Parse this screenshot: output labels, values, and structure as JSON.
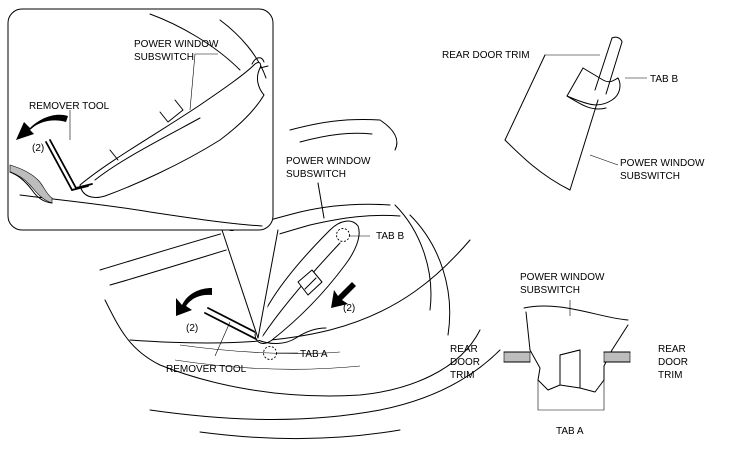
{
  "labels": {
    "pws_inset": [
      "POWER WINDOW",
      "SUBSWITCH"
    ],
    "remover_tool_inset": "REMOVER TOOL",
    "step_inset": "(2)",
    "pws_main": [
      "POWER WINDOW",
      "SUBSWITCH"
    ],
    "tab_b_main": "TAB B",
    "step_main_right": "(2)",
    "step_main_left": "(2)",
    "remover_tool_main": "REMOVER TOOL",
    "tab_a_main": "TAB A",
    "rear_door_trim_top": "REAR DOOR TRIM",
    "tab_b_right": "TAB B",
    "pws_right_top": [
      "POWER WINDOW",
      "SUBSWITCH"
    ],
    "pws_bottom": [
      "POWER WINDOW",
      "SUBSWITCH"
    ],
    "rear_door_trim_left": [
      "REAR",
      "DOOR",
      "TRIM"
    ],
    "rear_door_trim_right": [
      "REAR",
      "DOOR",
      "TRIM"
    ],
    "tab_a_bottom": "TAB A"
  }
}
